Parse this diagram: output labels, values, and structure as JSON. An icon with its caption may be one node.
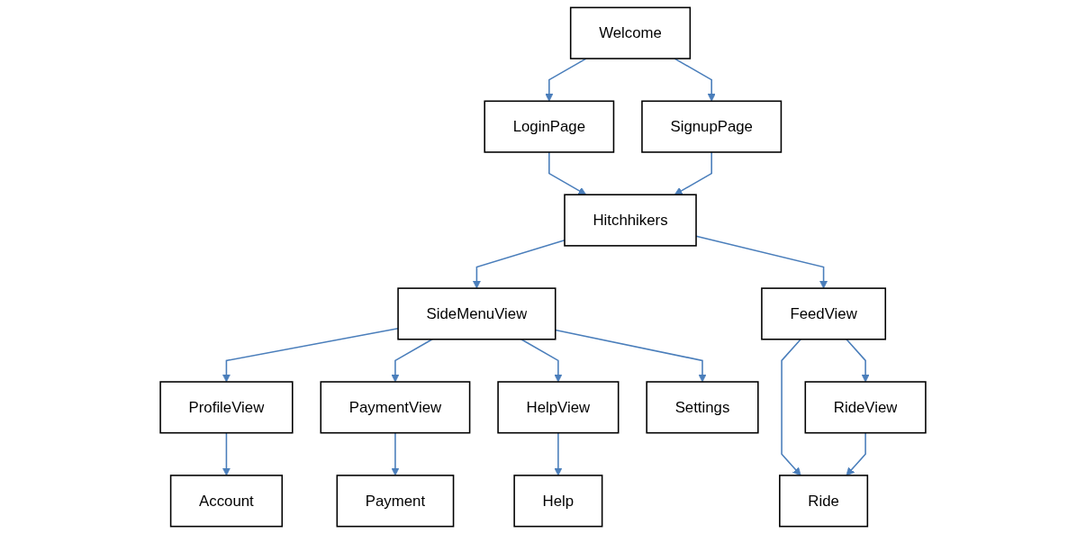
{
  "diagram": {
    "nodes": [
      {
        "text": [
          "Welcome"
        ]
      },
      {
        "text": [
          "LoginPage"
        ]
      },
      {
        "text": [
          "SignupPage"
        ]
      },
      {
        "text": [
          "Hitchhikers"
        ]
      },
      {
        "text": [
          "SideMenuView"
        ]
      },
      {
        "text": [
          "FeedView"
        ]
      },
      {
        "text": [
          "ProfileView"
        ]
      },
      {
        "text": [
          "PaymentView"
        ]
      },
      {
        "text": [
          "HelpView"
        ]
      },
      {
        "text": [
          "Settings"
        ]
      },
      {
        "text": [
          "RideView"
        ]
      },
      {
        "text": [
          "Ride"
        ]
      },
      {
        "text": [
          "Account"
        ]
      },
      {
        "text": [
          "Payment"
        ]
      },
      {
        "text": [
          "Help"
        ]
      }
    ],
    "edges": [
      {
        "from": 0,
        "to": 1,
        "arrow": "to"
      },
      {
        "from": 0,
        "to": 2,
        "arrow": "to"
      },
      {
        "from": 1,
        "to": 3,
        "arrow": "to"
      },
      {
        "from": 2,
        "to": 3,
        "arrow": "to"
      },
      {
        "from": 3,
        "to": 4,
        "arrow": "to"
      },
      {
        "from": 3,
        "to": 5,
        "arrow": "to"
      },
      {
        "from": 4,
        "to": 6,
        "arrow": "to"
      },
      {
        "from": 4,
        "to": 7,
        "arrow": "to"
      },
      {
        "from": 4,
        "to": 8,
        "arrow": "to"
      },
      {
        "from": 4,
        "to": 9,
        "arrow": "to"
      },
      {
        "from": 5,
        "to": 10,
        "arrow": "to"
      },
      {
        "from": 5,
        "to": 11,
        "arrow": "to"
      },
      {
        "from": 10,
        "to": 11,
        "arrow": "to"
      },
      {
        "from": 6,
        "to": 12,
        "arrow": "to"
      },
      {
        "from": 7,
        "to": 13,
        "arrow": "to"
      },
      {
        "from": 8,
        "to": 14,
        "arrow": "to"
      }
    ]
  }
}
